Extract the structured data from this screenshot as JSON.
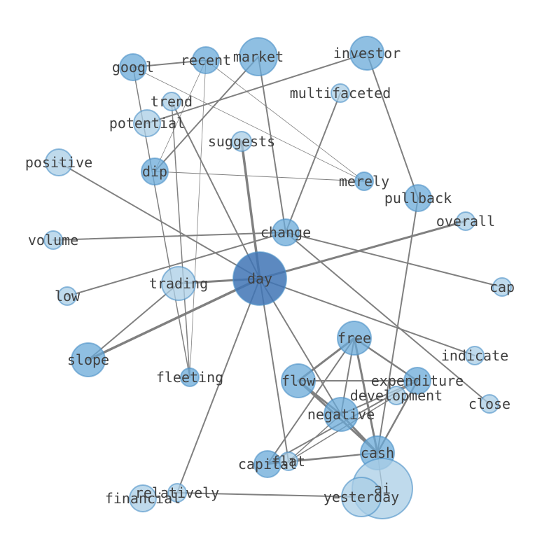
{
  "graph": {
    "colors": {
      "edge": "#808080",
      "label": "#404040",
      "node_fill_dark": "#3f74b5",
      "node_fill_mid": "#6aaad8",
      "node_fill_light": "#a9cde6",
      "node_stroke": "#4a8fc7"
    },
    "nodes": [
      {
        "id": "googl",
        "label": "googl",
        "shade": "mid"
      },
      {
        "id": "recent",
        "label": "recent",
        "shade": "mid"
      },
      {
        "id": "market",
        "label": "market",
        "shade": "mid"
      },
      {
        "id": "investor",
        "label": "investor",
        "shade": "mid"
      },
      {
        "id": "multifaceted",
        "label": "multifaceted",
        "shade": "light"
      },
      {
        "id": "trend",
        "label": "trend",
        "shade": "light"
      },
      {
        "id": "potential",
        "label": "potential",
        "shade": "light"
      },
      {
        "id": "suggests",
        "label": "suggests",
        "shade": "light"
      },
      {
        "id": "positive",
        "label": "positive",
        "shade": "light"
      },
      {
        "id": "dip",
        "label": "dip",
        "shade": "mid"
      },
      {
        "id": "merely",
        "label": "merely",
        "shade": "mid"
      },
      {
        "id": "pullback",
        "label": "pullback",
        "shade": "mid"
      },
      {
        "id": "overall",
        "label": "overall",
        "shade": "light"
      },
      {
        "id": "volume",
        "label": "volume",
        "shade": "light"
      },
      {
        "id": "change",
        "label": "change",
        "shade": "mid"
      },
      {
        "id": "day",
        "label": "day",
        "shade": "dark"
      },
      {
        "id": "trading",
        "label": "trading",
        "shade": "light"
      },
      {
        "id": "cap",
        "label": "cap",
        "shade": "light"
      },
      {
        "id": "low",
        "label": "low",
        "shade": "light"
      },
      {
        "id": "free",
        "label": "free",
        "shade": "mid"
      },
      {
        "id": "indicate",
        "label": "indicate",
        "shade": "light"
      },
      {
        "id": "slope",
        "label": "slope",
        "shade": "mid"
      },
      {
        "id": "fleeting",
        "label": "fleeting",
        "shade": "mid"
      },
      {
        "id": "flow",
        "label": "flow",
        "shade": "mid"
      },
      {
        "id": "expenditure",
        "label": "expenditure",
        "shade": "mid"
      },
      {
        "id": "development",
        "label": "development",
        "shade": "light"
      },
      {
        "id": "close",
        "label": "close",
        "shade": "light"
      },
      {
        "id": "negative",
        "label": "negative",
        "shade": "mid"
      },
      {
        "id": "cash",
        "label": "cash",
        "shade": "mid"
      },
      {
        "id": "capital",
        "label": "capital",
        "shade": "mid"
      },
      {
        "id": "flat",
        "label": "flat",
        "shade": "light"
      },
      {
        "id": "ai",
        "label": "ai",
        "shade": "light"
      },
      {
        "id": "yesterday",
        "label": "yesterday",
        "shade": "light"
      },
      {
        "id": "relatively",
        "label": "relatively",
        "shade": "light"
      },
      {
        "id": "financial",
        "label": "financial",
        "shade": "light"
      }
    ],
    "edges": [
      [
        "googl",
        "recent",
        2
      ],
      [
        "googl",
        "fleeting",
        1.5
      ],
      [
        "googl",
        "merely",
        0.8
      ],
      [
        "recent",
        "dip",
        0.8
      ],
      [
        "recent",
        "fleeting",
        0.8
      ],
      [
        "recent",
        "merely",
        0.8
      ],
      [
        "market",
        "dip",
        2
      ],
      [
        "market",
        "change",
        2
      ],
      [
        "investor",
        "potential",
        2
      ],
      [
        "investor",
        "pullback",
        2
      ],
      [
        "trend",
        "day",
        2
      ],
      [
        "trend",
        "fleeting",
        1.5
      ],
      [
        "multifaceted",
        "change",
        2
      ],
      [
        "suggests",
        "day",
        3.5
      ],
      [
        "dip",
        "merely",
        1
      ],
      [
        "positive",
        "day",
        2
      ],
      [
        "pullback",
        "cash",
        2
      ],
      [
        "volume",
        "change",
        2
      ],
      [
        "change",
        "low",
        2
      ],
      [
        "change",
        "cap",
        2
      ],
      [
        "change",
        "close",
        2
      ],
      [
        "day",
        "overall",
        3
      ],
      [
        "day",
        "trading",
        3
      ],
      [
        "day",
        "slope",
        3.5
      ],
      [
        "day",
        "indicate",
        2
      ],
      [
        "day",
        "negative",
        2
      ],
      [
        "day",
        "flat",
        2
      ],
      [
        "day",
        "relatively",
        2
      ],
      [
        "trading",
        "slope",
        2
      ],
      [
        "free",
        "flow",
        3
      ],
      [
        "free",
        "negative",
        2
      ],
      [
        "free",
        "cash",
        3
      ],
      [
        "free",
        "expenditure",
        2.5
      ],
      [
        "free",
        "capital",
        2
      ],
      [
        "flow",
        "cash",
        3
      ],
      [
        "flow",
        "expenditure",
        2
      ],
      [
        "flow",
        "negative",
        3
      ],
      [
        "expenditure",
        "negative",
        2
      ],
      [
        "expenditure",
        "cash",
        2.5
      ],
      [
        "expenditure",
        "capital",
        2
      ],
      [
        "development",
        "flat",
        1.5
      ],
      [
        "negative",
        "cash",
        3
      ],
      [
        "negative",
        "flat",
        1.5
      ],
      [
        "cash",
        "flat",
        2
      ],
      [
        "cash",
        "capital",
        2
      ],
      [
        "cash",
        "ai",
        1.5
      ],
      [
        "relatively",
        "yesterday",
        2
      ]
    ]
  }
}
